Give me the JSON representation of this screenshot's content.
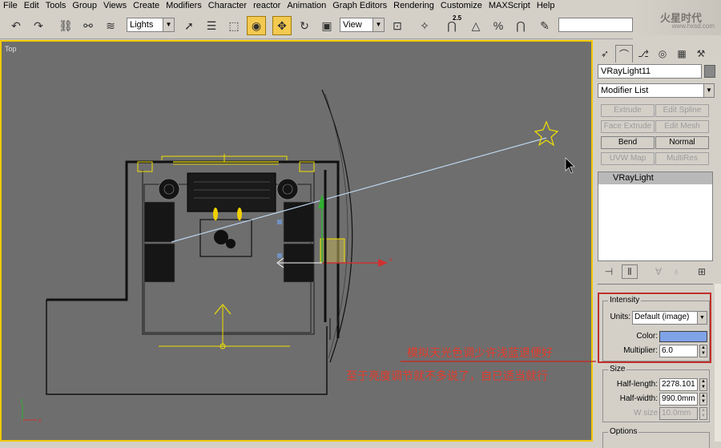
{
  "menubar": [
    "File",
    "Edit",
    "Tools",
    "Group",
    "Views",
    "Create",
    "Modifiers",
    "Character",
    "reactor",
    "Animation",
    "Graph Editors",
    "Rendering",
    "Customize",
    "MAXScript",
    "Help"
  ],
  "toolbar": {
    "selection_filter": "Lights",
    "reference_coord": "View",
    "snap_value": "2.5"
  },
  "logo": {
    "text": "火星时代",
    "sub": "www.hxsd.com"
  },
  "viewport": {
    "label": "Top",
    "axis_x": "x",
    "axis_y": "y"
  },
  "command_panel": {
    "object_name": "VRayLight11",
    "modifier_list": "Modifier List",
    "buttons": [
      {
        "label": "Extrude",
        "enabled": false
      },
      {
        "label": "Edit Spline",
        "enabled": false
      },
      {
        "label": "Face Extrude",
        "enabled": false
      },
      {
        "label": "Edit Mesh",
        "enabled": false
      },
      {
        "label": "Bend",
        "enabled": true
      },
      {
        "label": "Normal",
        "enabled": true
      },
      {
        "label": "UVW Map",
        "enabled": false
      },
      {
        "label": "MultiRes",
        "enabled": false
      }
    ],
    "stack_item": "VRayLight",
    "intensity": {
      "title": "Intensity",
      "units_label": "Units:",
      "units_value": "Default (image)",
      "color_label": "Color:",
      "color_hex": "#7fa3e6",
      "multiplier_label": "Multiplier:",
      "multiplier_value": "6.0"
    },
    "size": {
      "title": "Size",
      "half_length_label": "Half-length:",
      "half_length_value": "2278.101",
      "half_width_label": "Half-width:",
      "half_width_value": "990.0mm",
      "w_size_label": "W size",
      "w_size_value": "10.0mm"
    },
    "options": {
      "title": "Options"
    }
  },
  "annotations": {
    "line1": "模拟天光色调少许浅蓝退便好",
    "line2": "至于亮度调节就不多说了，自已适当就行"
  },
  "colors": {
    "annotation_red": "#e23a2a",
    "viewport_bg": "#6e6e6e",
    "light_yellow": "#f0e000",
    "active_border": "#f0c800"
  }
}
